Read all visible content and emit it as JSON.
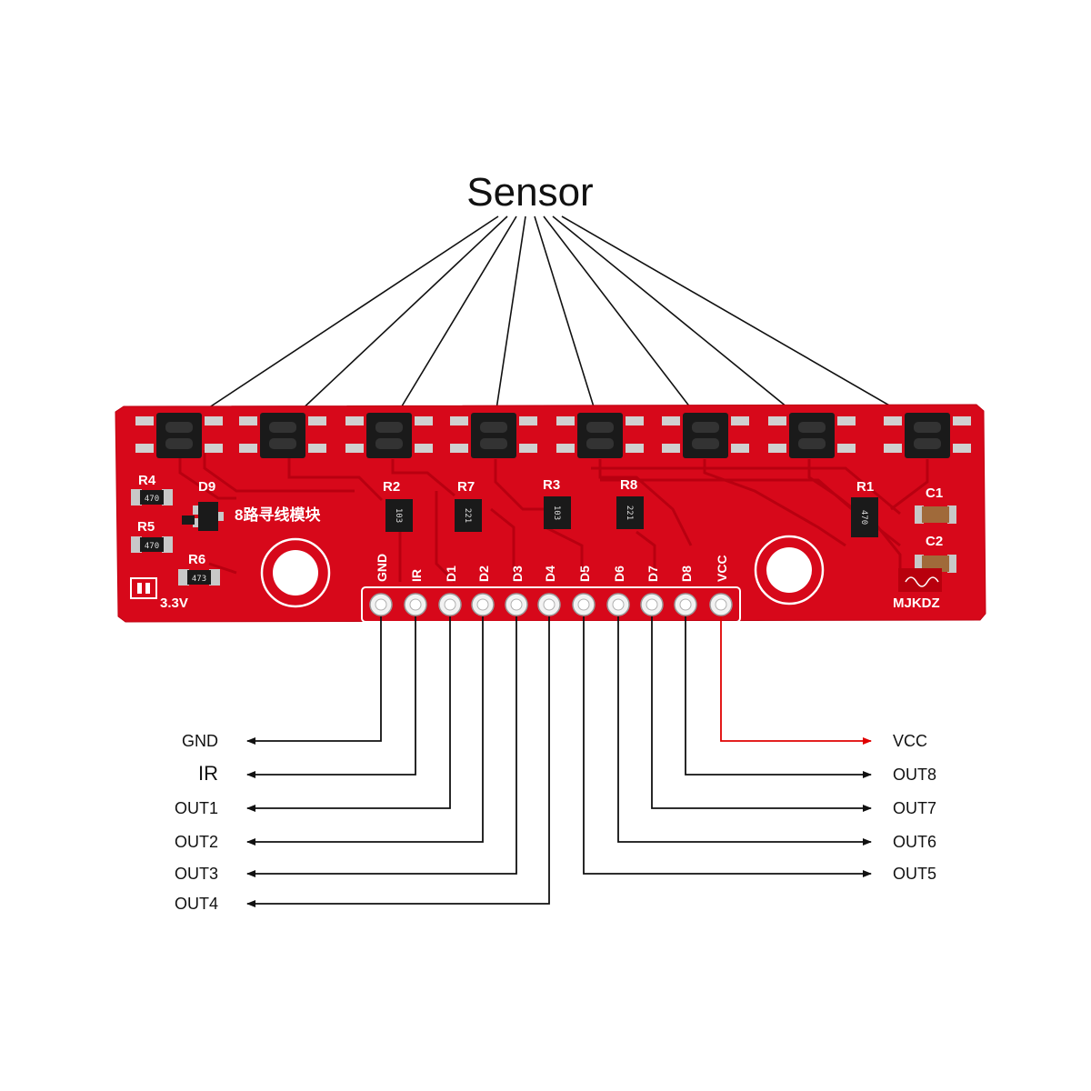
{
  "title": "Sensor",
  "board": {
    "pcb_color": "#d7081a",
    "trace_color": "#b5000f",
    "silk_color": "#ffffff",
    "module_text": "8路寻线模块",
    "voltage_text": "3.3V",
    "brand_text": "MJKDZ",
    "components": [
      {
        "ref": "R4",
        "value": "470"
      },
      {
        "ref": "R5",
        "value": "470"
      },
      {
        "ref": "R6",
        "value": "473"
      },
      {
        "ref": "D9",
        "value": ""
      },
      {
        "ref": "R2",
        "value": "103"
      },
      {
        "ref": "R7",
        "value": "221"
      },
      {
        "ref": "R3",
        "value": "103"
      },
      {
        "ref": "R8",
        "value": "221"
      },
      {
        "ref": "R1",
        "value": "470"
      },
      {
        "ref": "C1",
        "value": ""
      },
      {
        "ref": "C2",
        "value": ""
      }
    ],
    "pins": [
      "GND",
      "IR",
      "D1",
      "D2",
      "D3",
      "D4",
      "D5",
      "D6",
      "D7",
      "D8",
      "VCC"
    ]
  },
  "outputs_left": [
    "GND",
    "IR",
    "OUT1",
    "OUT2",
    "OUT3",
    "OUT4"
  ],
  "outputs_right": [
    "VCC",
    "OUT8",
    "OUT7",
    "OUT6",
    "OUT5"
  ],
  "colors": {
    "wire": "#111111",
    "vcc_wire": "#e00000"
  }
}
